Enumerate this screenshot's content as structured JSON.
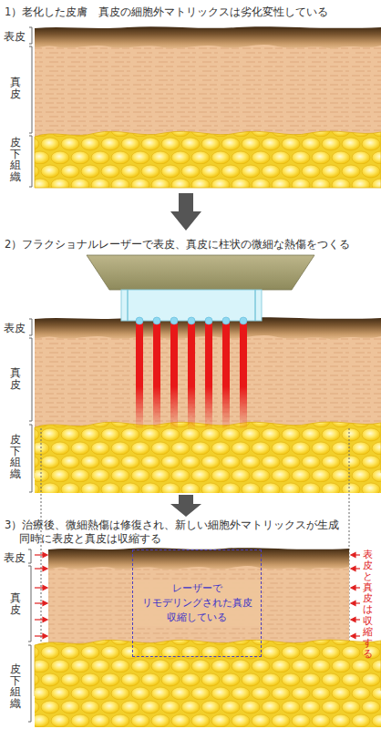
{
  "diagram": {
    "nodes": [
      {
        "text": [
          "レーザーで リモデリングされた真皮 収縮している"
        ]
      }
    ],
    "labels": [
      "1）老化した皮膚　真皮の細胞外マトリックスは劣化変性している",
      "表皮",
      "真皮",
      "皮下組織",
      "2）フラクショナルレーザーで表皮、真皮に柱状の微細な熱傷をつくる",
      "表皮",
      "真皮",
      "皮下組織",
      "3）治療後、微細熱傷は修復され、新しい細胞外マトリックスが生成 同時に表皮と真皮は収縮する",
      "表皮",
      "真皮",
      "皮下組織",
      "表皮と真皮は収縮する"
    ]
  }
}
